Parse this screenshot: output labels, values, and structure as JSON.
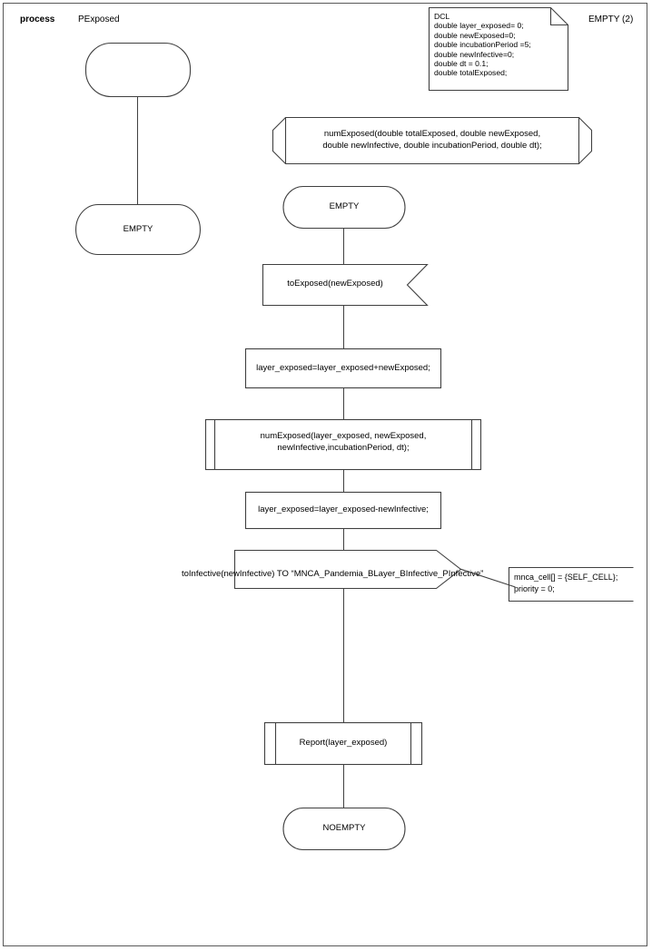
{
  "diagram": {
    "kind": "SDL process diagram",
    "header": {
      "keyword": "process",
      "process_name": "PExposed",
      "page_indicator": "EMPTY (2)"
    },
    "dcl_block": {
      "title": "DCL",
      "text": "DCL\ndouble layer_exposed= 0;\ndouble newExposed=0;\ndouble incubationPeriod =5;\ndouble newInfective=0;\ndouble dt = 0.1;\ndouble totalExposed;"
    },
    "nodes": {
      "start_symbol": "",
      "state_empty_left": "EMPTY",
      "procedure_decl": "numExposed(double totalExposed, double newExposed,\ndouble newInfective, double incubationPeriod, double dt);",
      "state_empty_main": "EMPTY",
      "input_signal": "toExposed(newExposed)",
      "task_add": "layer_exposed=layer_exposed+newExposed;",
      "procedure_call_numexposed": "numExposed(layer_exposed, newExposed,\nnewInfective,incubationPeriod, dt);",
      "task_subtract": "layer_exposed=layer_exposed-newInfective;",
      "output_signal": "toInfective(newInfective) TO “MNCA_Pandemia_BLayer_BInfective_PInfective”",
      "comment_note": "mnca_cell[] = {SELF_CELL};\npriority = 0;",
      "procedure_call_report": "Report(layer_exposed)",
      "state_noempty": "NOEMPTY"
    },
    "colors": {
      "stroke": "#404040",
      "frame": "#595959",
      "background": "#ffffff",
      "text": "#000000"
    }
  }
}
